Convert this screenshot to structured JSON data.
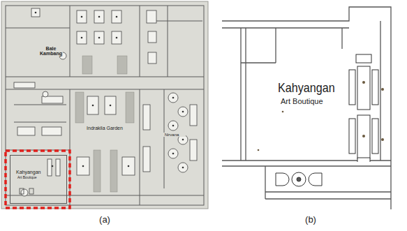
{
  "diagram": {
    "nodes": [
      {
        "text": [
          "Kahyangan",
          "Art Boutique"
        ]
      },
      {
        "text": [
          "Kahyangan",
          "Art Boutique"
        ]
      }
    ],
    "labels": [
      "Bale Kambang",
      "Indrakila Garden",
      "Nirvana",
      "(a)",
      "(b)"
    ]
  }
}
